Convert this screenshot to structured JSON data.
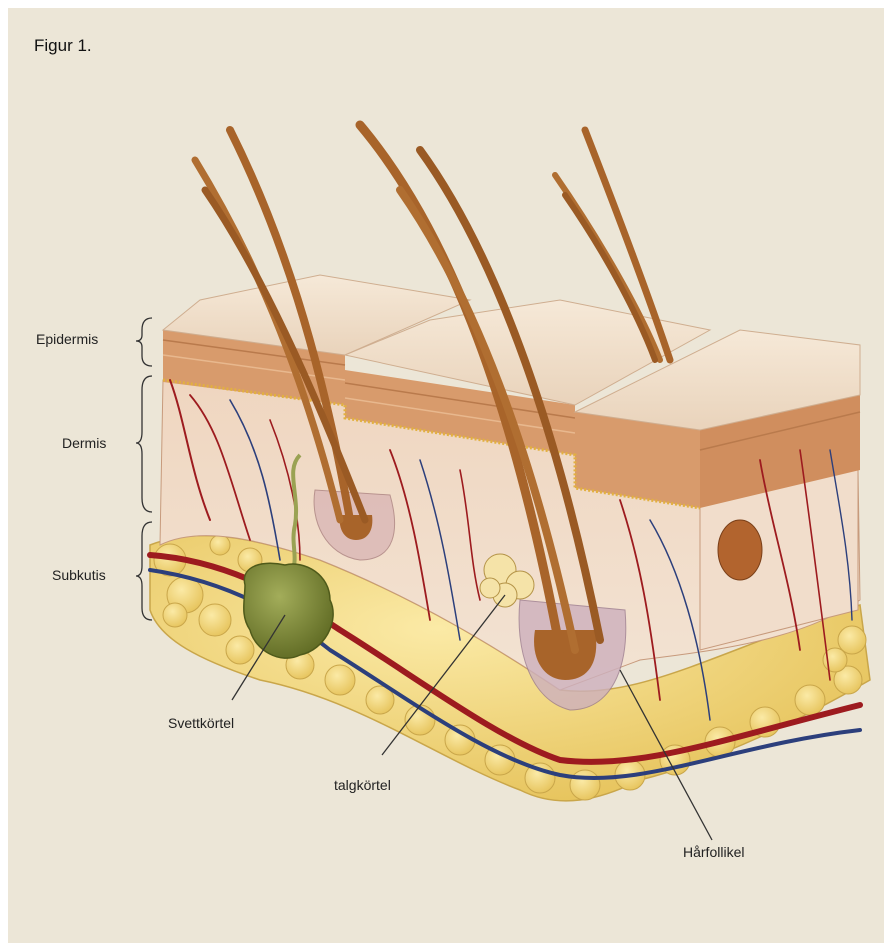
{
  "figure": {
    "caption": "Figur 1."
  },
  "layers": {
    "epidermis": "Epidermis",
    "dermis": "Dermis",
    "subkutis": "Subkutis"
  },
  "callouts": {
    "sweat_gland": "Svettkörtel",
    "sebaceous_gland": "talgkörtel",
    "hair_follicle": "Hårfollikel"
  },
  "colors": {
    "background": "#ece6d7",
    "skin_surface": "#f1dfc9",
    "epidermis_band": "#d9a070",
    "dermis_fill": "#ecd2bc",
    "fat": "#f1d77a",
    "hair": "#a8642a",
    "artery": "#9d1b1f",
    "vein": "#2c3f7c",
    "sweat_gland": "#7e8a36"
  }
}
